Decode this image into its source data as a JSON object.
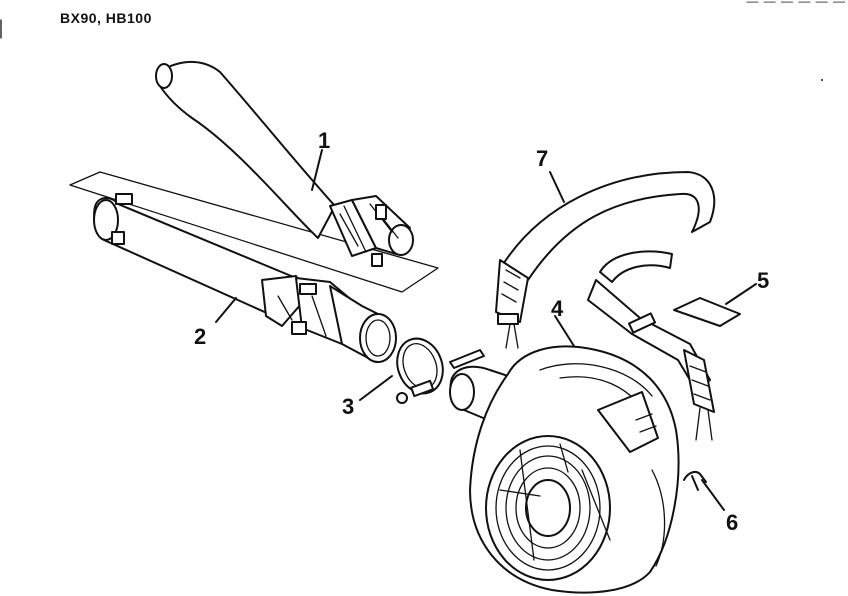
{
  "header": {
    "model_text": "BX90, HB100",
    "top_right_text": "— — — — — —"
  },
  "callouts": {
    "c1": "1",
    "c2": "2",
    "c3": "3",
    "c4": "4",
    "c5": "5",
    "c6": "6",
    "c7": "7"
  },
  "colors": {
    "line": "#111111",
    "background": "#ffffff"
  }
}
